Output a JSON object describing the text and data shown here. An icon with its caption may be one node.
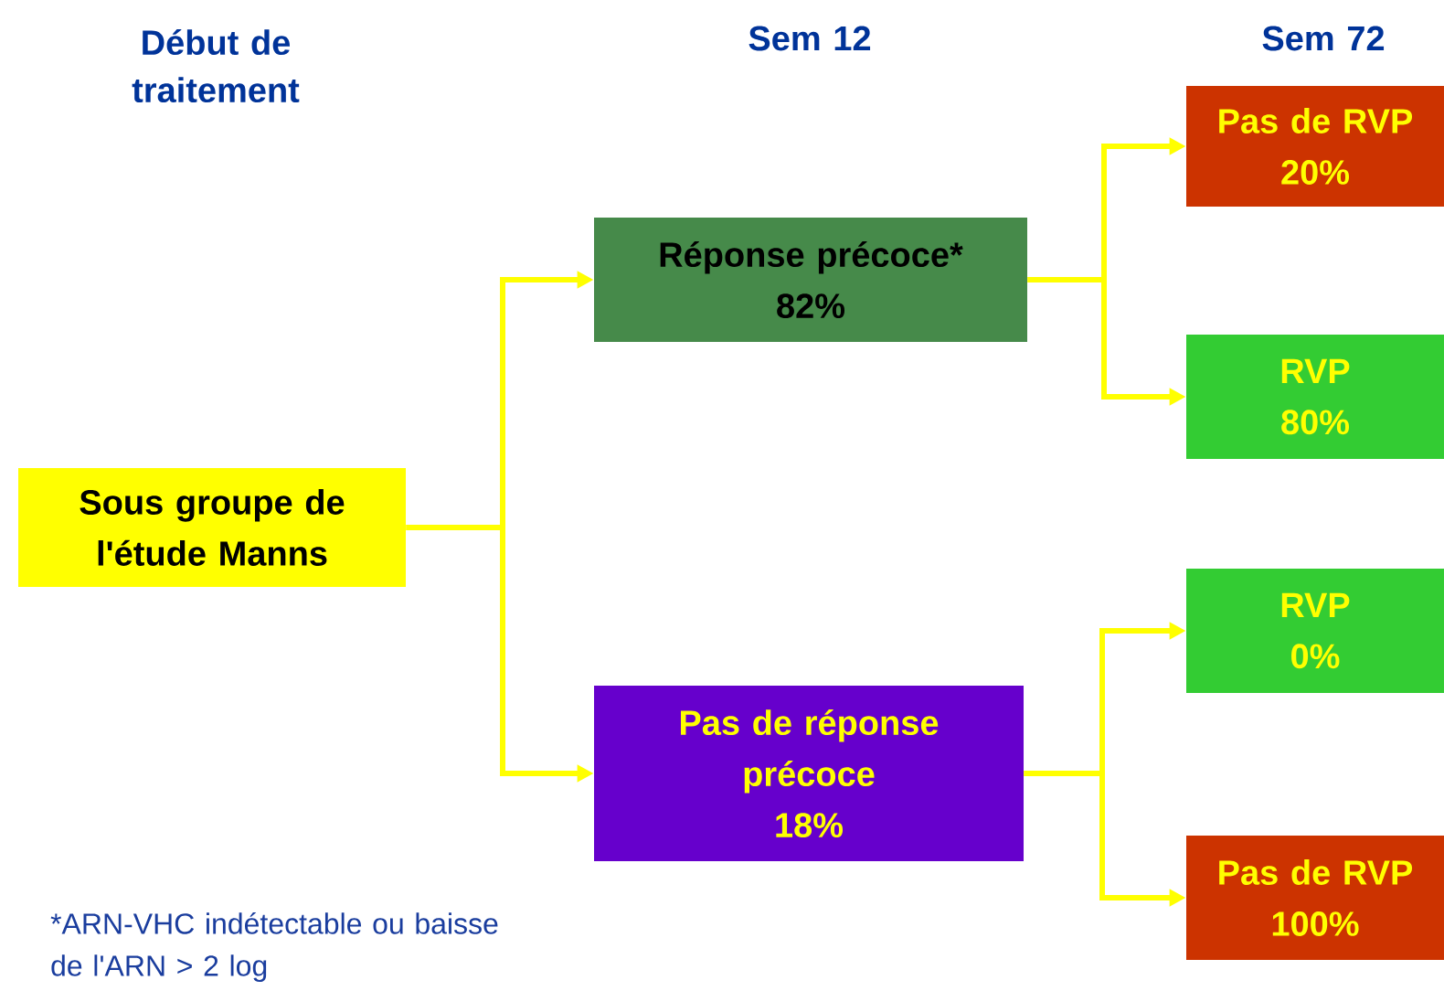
{
  "diagram": {
    "nodes": [
      {
        "text": [
          "Sous groupe de l'étude Manns"
        ]
      },
      {
        "text": [
          "Réponse précoce*",
          "82%"
        ]
      },
      {
        "text": [
          "Pas de réponse précoce",
          "18%"
        ]
      },
      {
        "text": [
          "Pas de RVP",
          "20%"
        ]
      },
      {
        "text": [
          "RVP",
          "80%"
        ]
      },
      {
        "text": [
          "RVP",
          "0%"
        ]
      },
      {
        "text": [
          "Pas de RVP",
          "100%"
        ]
      }
    ],
    "edges": [
      {
        "from": 0,
        "to": 1,
        "arrow": "to"
      },
      {
        "from": 0,
        "to": 2,
        "arrow": "to"
      },
      {
        "from": 1,
        "to": 3,
        "arrow": "to"
      },
      {
        "from": 1,
        "to": 4,
        "arrow": "to"
      },
      {
        "from": 2,
        "to": 5,
        "arrow": "to"
      },
      {
        "from": 2,
        "to": 6,
        "arrow": "to"
      }
    ],
    "labels": [
      "Début de traitement",
      "Sem 12",
      "Sem 72",
      "*ARN-VHC indétectable ou baisse de l'ARN > 2 log"
    ]
  }
}
